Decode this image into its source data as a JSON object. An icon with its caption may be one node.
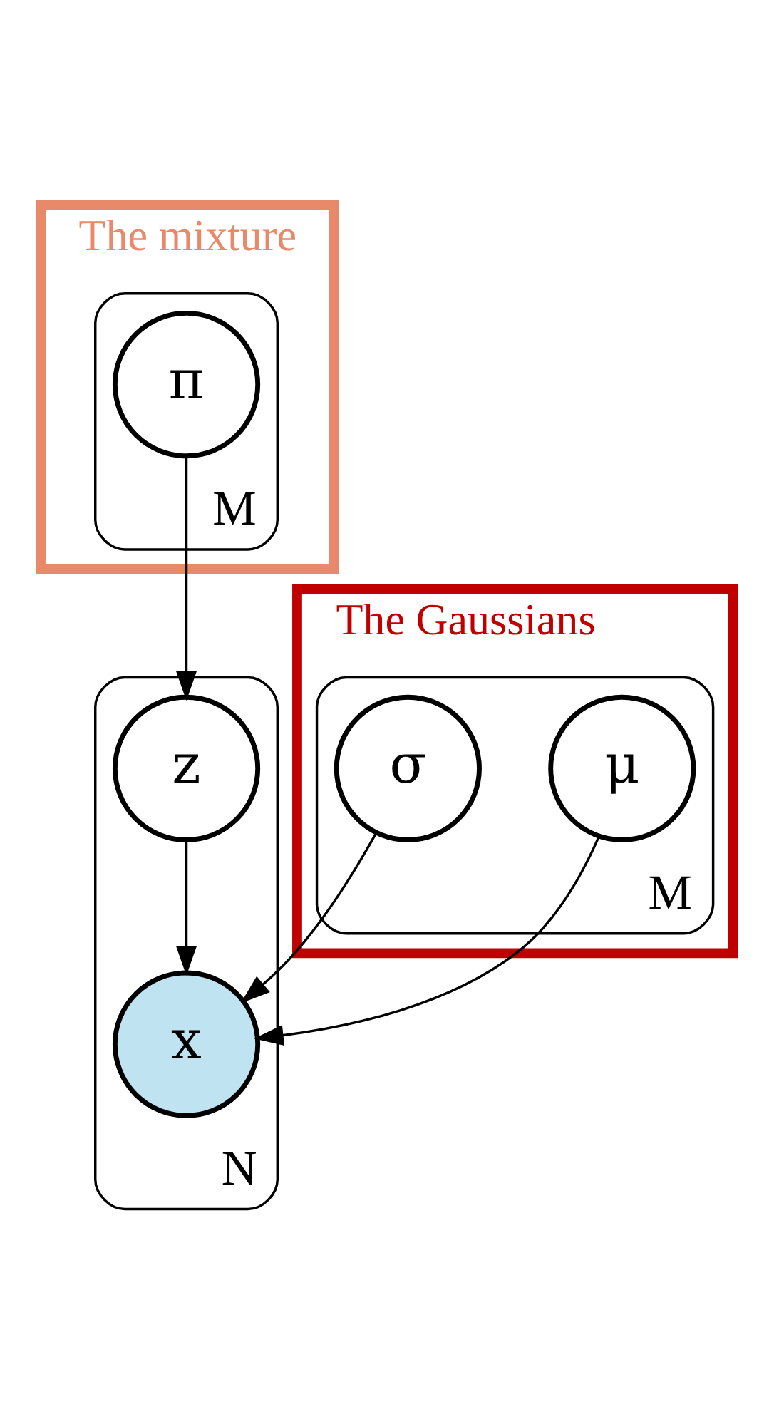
{
  "diagram": {
    "nodes": [
      {
        "text": [
          "The mixture"
        ]
      },
      {
        "text": [
          "M"
        ],
        "in": 0
      },
      {
        "text": [
          "π"
        ],
        "in": 1
      },
      {
        "text": [
          "N"
        ]
      },
      {
        "text": [
          "z"
        ],
        "in": 3
      },
      {
        "text": [
          "The Gaussians"
        ]
      },
      {
        "text": [
          "x"
        ],
        "in": 3
      },
      {
        "text": [
          "M"
        ],
        "in": 5
      },
      {
        "text": [
          "μ"
        ],
        "in": 7
      },
      {
        "text": [
          "σ"
        ],
        "in": 7
      }
    ],
    "edges": [
      {
        "from": 2,
        "to": 4,
        "arrow": "to"
      },
      {
        "from": 4,
        "to": 6,
        "arrow": "to"
      },
      {
        "from": 8,
        "to": 6,
        "arrow": "to"
      },
      {
        "from": 9,
        "to": 6,
        "arrow": "to"
      }
    ]
  }
}
